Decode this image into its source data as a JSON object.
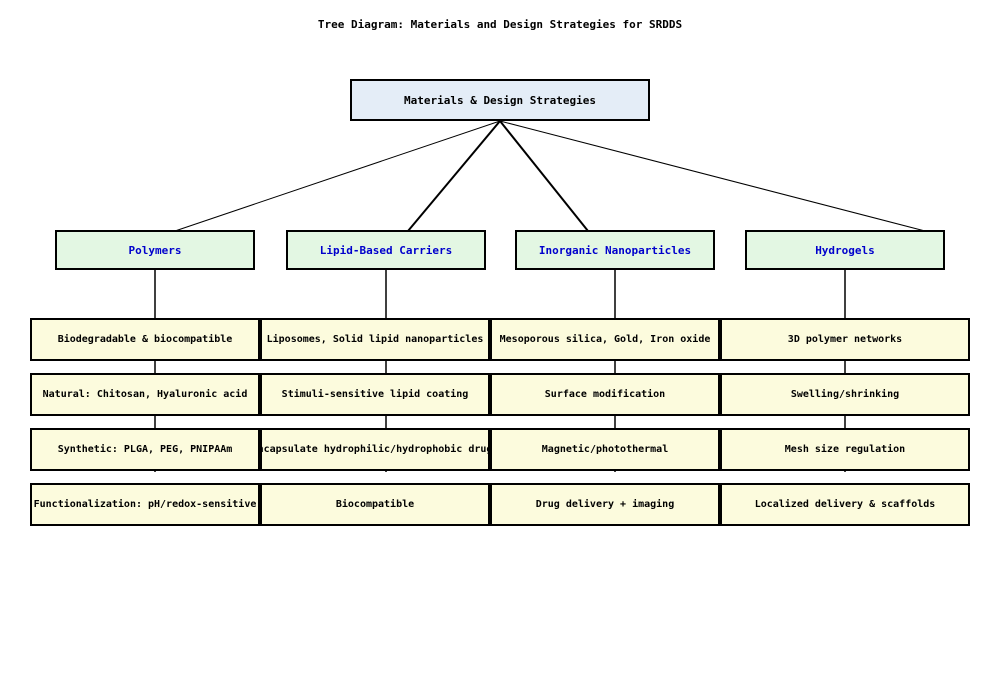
{
  "title": "Tree Diagram: Materials and Design Strategies for SRDDS",
  "colors": {
    "root_fill": "#e4edf7",
    "category_fill": "#e3f7e3",
    "leaf_fill": "#fcfbdd",
    "border": "#000000",
    "category_text": "#0000cc",
    "leaf_text": "#000000",
    "background": "#ffffff"
  },
  "root": {
    "label": "Materials & Design Strategies"
  },
  "categories": [
    {
      "label": "Polymers",
      "leaves": [
        "Biodegradable & biocompatible",
        "Natural: Chitosan, Hyaluronic acid",
        "Synthetic: PLGA, PEG, PNIPAAm",
        "Functionalization: pH/redox-sensitive"
      ]
    },
    {
      "label": "Lipid-Based Carriers",
      "leaves": [
        "Liposomes, Solid lipid nanoparticles",
        "Stimuli-sensitive lipid coating",
        "Encapsulate hydrophilic/hydrophobic drugs",
        "Biocompatible"
      ]
    },
    {
      "label": "Inorganic Nanoparticles",
      "leaves": [
        "Mesoporous silica, Gold, Iron oxide",
        "Surface modification",
        "Magnetic/photothermal",
        "Drug delivery + imaging"
      ]
    },
    {
      "label": "Hydrogels",
      "leaves": [
        "3D polymer networks",
        "Swelling/shrinking",
        "Mesh size regulation",
        "Localized delivery & scaffolds"
      ]
    }
  ]
}
